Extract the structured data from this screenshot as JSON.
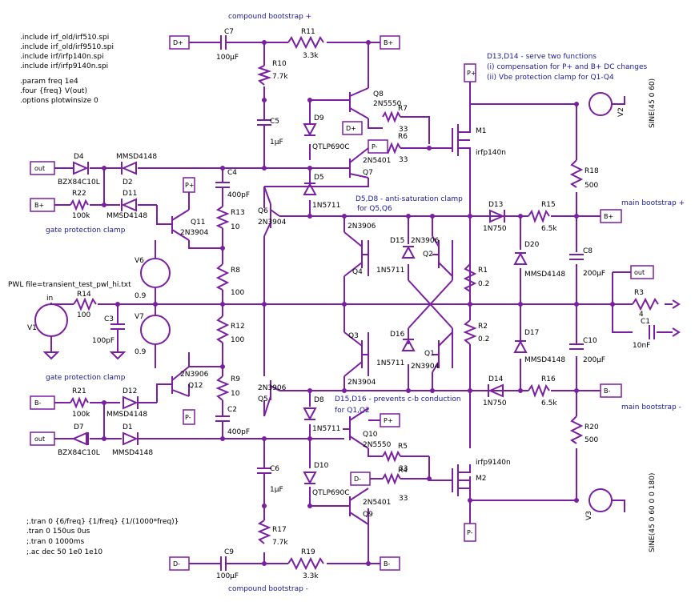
{
  "directives": {
    "includes": [
      ".include irf_old/irf510.spi",
      ".include irf_old/irf9510.spi",
      ".include irf/irfp140n.spi",
      ".include irf/irfp9140n.spi"
    ],
    "params": [
      ".param freq 1e4",
      ".four {freq} V(out)",
      ".options plotwinsize 0"
    ],
    "tran": [
      ";.tran 0 {6/freq} {1/freq} {1/(1000*freq)}",
      ".tran 0 150us 0us",
      ";.tran 0 1000ms",
      ";.ac dec 50 1e0 1e10"
    ]
  },
  "notes": {
    "compound_top": "compound bootstrap +",
    "compound_bottom": "compound bootstrap -",
    "d13_title": "D13,D14 - serve two functions",
    "d13_line1": "(i) compensation for P+ and B+ DC changes",
    "d13_line2": "(ii) Vbe protection clamp for Q1-Q4",
    "antisat1": "D5,D8 - anti-saturation clamp",
    "antisat2": "for Q5,Q6",
    "prevent1": "D15,D16 - prevents c-b conduction",
    "prevent2": "for Q1,Q2",
    "gate_top": "gate protection clamp",
    "gate_bot": "gate protection clamp",
    "main_plus": "main bootstrap +",
    "main_minus": "main bootstrap -",
    "pwl": "PWL file=transient_test_pwl_hi.txt",
    "sine_top": "SINE(45 0 60)",
    "sine_bot": "SINE(45 0 60 0 0 180)"
  },
  "nets": {
    "dplus": "D+",
    "bplus": "B+",
    "pplus": "P+",
    "pminus": "P-",
    "dminus": "D-",
    "bminus": "B-",
    "out": "out",
    "in": "in"
  },
  "parts": {
    "C7": "C7",
    "C7v": "100µF",
    "R11": "R11",
    "R11v": "3.3k",
    "R10": "R10",
    "R10v": "7.7k",
    "Q8": "Q8",
    "Q8v": "2N5550",
    "R7": "R7",
    "R7v": "33",
    "M1": "M1",
    "M1v": "irfp140n",
    "C5": "C5",
    "C5v": "1µF",
    "D9": "D9",
    "D9v": "QTLP690C",
    "R6": "R6",
    "R6v": "33",
    "Q7": "Q7",
    "Q7v": "2N5401",
    "D5": "D5",
    "D5v": "1N5711",
    "D4": "D4",
    "D4v": "BZX84C10L",
    "D2": "D2",
    "D2v": "MMSD4148",
    "R22": "R22",
    "R22v": "100k",
    "D11": "D11",
    "D11v": "MMSD4148",
    "Q11": "Q11",
    "Q11v": "2N3904",
    "C4": "C4",
    "C4v": "400pF",
    "R13": "R13",
    "R13v": "10",
    "Q6": "Q6",
    "Q6v": "2N3904",
    "R8": "R8",
    "R8v": "100",
    "V6": "V6",
    "V6v": "0.9",
    "R14": "R14",
    "R14v": "100",
    "V1": "V1",
    "C3": "C3",
    "C3v": "100pF",
    "V7": "V7",
    "V7v": "0.9",
    "R12": "R12",
    "R12v": "100",
    "Q12": "Q12",
    "Q12v": "2N3906",
    "R9": "R9",
    "R9v": "10",
    "C2": "C2",
    "C2v": "400pF",
    "R21": "R21",
    "R21v": "100k",
    "D12": "D12",
    "D12v": "MMSD4148",
    "D7": "D7",
    "D7v": "BZX84C10L",
    "D1": "D1",
    "D1v": "MMSD4148",
    "Q5": "Q5",
    "Q5v": "2N3906",
    "D8": "D8",
    "D8v": "1N5711",
    "Q10": "Q10",
    "Q10v": "2N5550",
    "C6": "C6",
    "C6v": "1µF",
    "R5": "R5",
    "R5v": "33",
    "M2": "M2",
    "M2v": "irfp9140n",
    "D10": "D10",
    "D10v": "QTLP690C",
    "R4": "R4",
    "R4v": "33",
    "Q9": "Q9",
    "Q9v": "2N5401",
    "R17": "R17",
    "R17v": "7.7k",
    "C9": "C9",
    "C9v": "100µF",
    "R19": "R19",
    "R19v": "3.3k",
    "Q4": "Q4",
    "Q4v": "2N3906",
    "D15": "D15",
    "D15v": "1N5711",
    "Q2": "Q2",
    "Q2v": "2N3906",
    "R1": "R1",
    "R1v": "0.2",
    "Q3": "Q3",
    "Q3v": "2N3904",
    "D16": "D16",
    "D16v": "1N5711",
    "Q1": "Q1",
    "Q1v": "2N3904",
    "R2": "R2",
    "R2v": "0.2",
    "D13": "D13",
    "D13v": "1N750",
    "R15": "R15",
    "R15v": "6.5k",
    "D20": "D20",
    "D20v": "MMSD4148",
    "D17": "D17",
    "D17v": "MMSD4148",
    "D14": "D14",
    "D14v": "1N750",
    "R16": "R16",
    "R16v": "6.5k",
    "R18": "R18",
    "R18v": "500",
    "C8": "C8",
    "C8v": "200µF",
    "C10": "C10",
    "C10v": "200µF",
    "R20": "R20",
    "R20v": "500",
    "R3": "R3",
    "R3v": "4",
    "C1": "C1",
    "C1v": "10nF",
    "V2": "V2",
    "V3": "V3"
  }
}
